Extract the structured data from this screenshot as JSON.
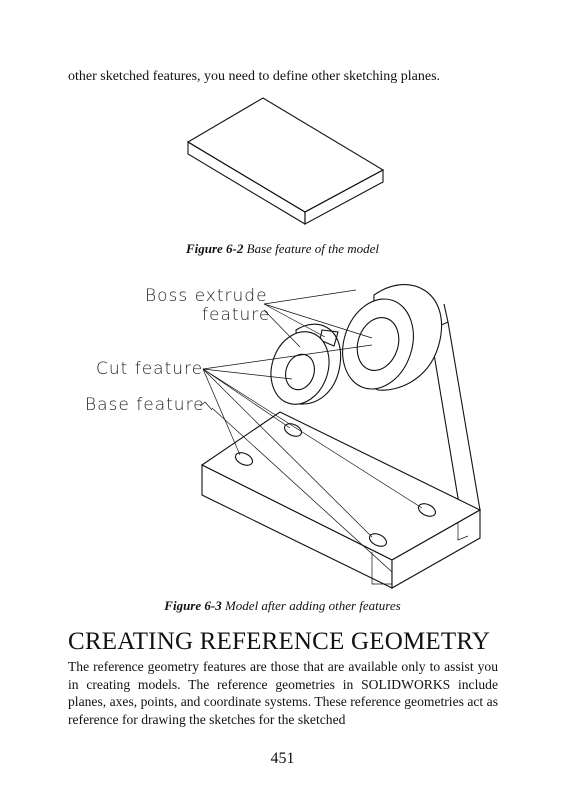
{
  "intro_text": "other sketched features, you need to define other sketching planes.",
  "figure_6_2": {
    "label": "Figure 6-2",
    "caption": "Base feature of the model"
  },
  "figure_6_3": {
    "label": "Figure 6-3",
    "caption": "Model after adding other features",
    "callouts": {
      "boss_line1": "Boss extrude",
      "boss_line2": "feature",
      "cut": "Cut feature",
      "base": "Base feature"
    }
  },
  "section_heading": "CREATING REFERENCE GEOMETRY",
  "body_text": "The reference geometry features are those that are available only to assist you in creating models. The reference geometries in SOLIDWORKS include planes, axes, points, and coordinate systems. These reference geometries act as reference for drawing the sketches for the sketched",
  "page_number": "451"
}
